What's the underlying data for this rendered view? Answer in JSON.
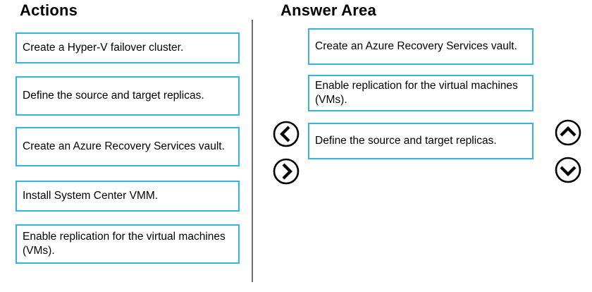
{
  "question": {
    "actions": {
      "title": "Actions",
      "items": [
        "Create a Hyper-V failover cluster.",
        "Define the source and target replicas.",
        "Create an Azure Recovery Services vault.",
        "Install System Center VMM.",
        "Enable replication for the virtual machines (VMs)."
      ]
    },
    "answer_area": {
      "title": "Answer Area",
      "items": [
        "Create an Azure Recovery Services vault.",
        "Enable replication for the virtual machines (VMs).",
        "Define the source and target replicas."
      ]
    },
    "controls": {
      "move_left_icon": "chevron-left",
      "move_right_icon": "chevron-right",
      "move_up_icon": "chevron-up",
      "move_down_icon": "chevron-down"
    },
    "colors": {
      "box_border": "#35b5e5",
      "divider": "#6e6e6e",
      "text": "#000000",
      "background": "#ffffff"
    }
  }
}
